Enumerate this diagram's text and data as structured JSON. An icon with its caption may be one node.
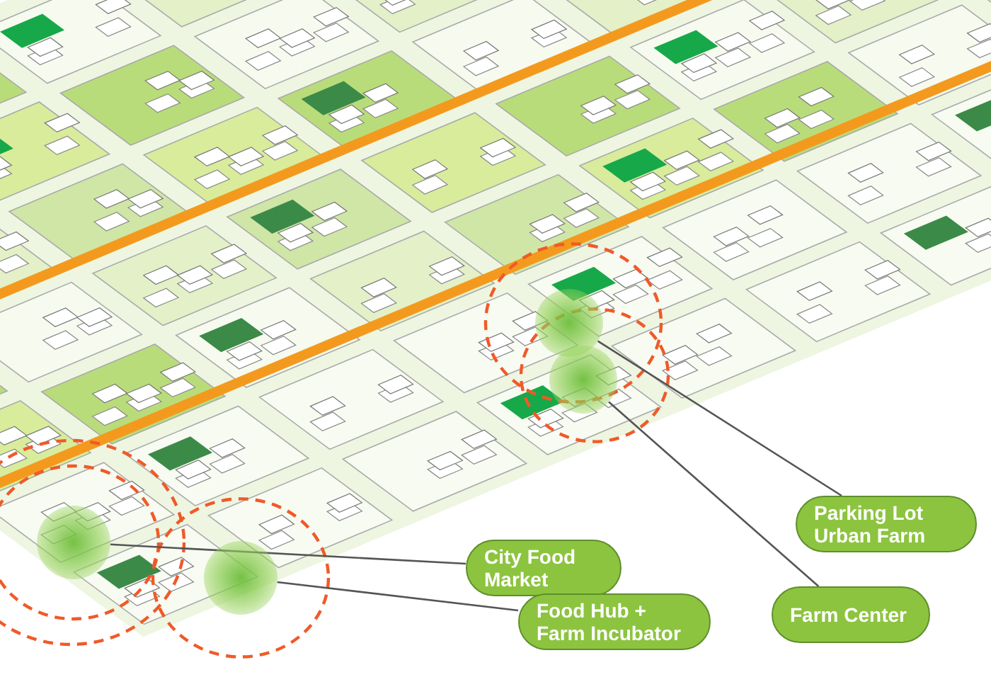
{
  "diagram": {
    "nodes": [
      {
        "text": [
          "Parking Lot Urban Farm"
        ]
      },
      {
        "text": [
          "City Food Market"
        ]
      },
      {
        "text": [
          "Farm Center"
        ]
      },
      {
        "text": [
          "Food Hub + Farm Incubator"
        ]
      },
      {
        "text": [],
        "shape": "circle"
      },
      {
        "text": [],
        "shape": "circle"
      },
      {
        "text": [],
        "shape": "circle"
      },
      {
        "text": [],
        "shape": "circle"
      }
    ],
    "edges": [
      {
        "from": 0,
        "to": 6,
        "arrow": "none"
      },
      {
        "from": 1,
        "to": 4,
        "arrow": "none"
      },
      {
        "from": 2,
        "to": 7,
        "arrow": "none"
      },
      {
        "from": 3,
        "to": 5,
        "arrow": "none"
      }
    ]
  }
}
